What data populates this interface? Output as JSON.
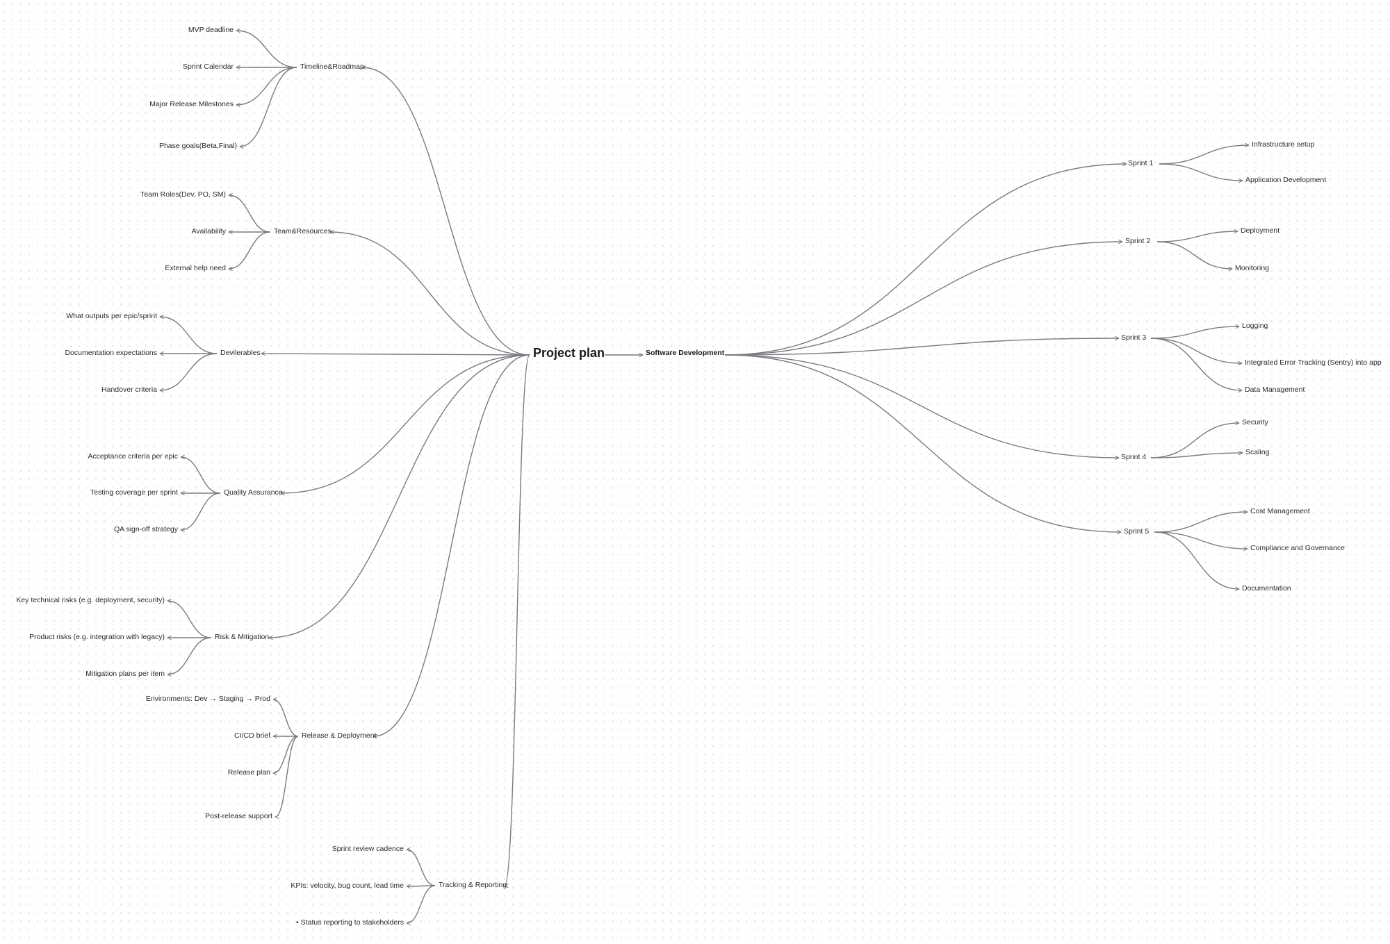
{
  "root": {
    "label": "Project plan"
  },
  "software_development": {
    "label": "Software Development",
    "sprints": [
      {
        "label": "Sprint 1",
        "items": [
          "Infrastructure setup",
          "Application Development"
        ]
      },
      {
        "label": "Sprint 2",
        "items": [
          "Deployment",
          "Monitoring"
        ]
      },
      {
        "label": "Sprint 3",
        "items": [
          "Logging",
          "Integrated Error Tracking (Sentry) into app",
          "Data Management"
        ]
      },
      {
        "label": "Sprint 4",
        "items": [
          "Security",
          "Scaling"
        ]
      },
      {
        "label": "Sprint 5",
        "items": [
          "Cost Management",
          "Compliance and Governance",
          "Documentation"
        ]
      }
    ]
  },
  "branches": [
    {
      "label": "Timeline&Roadmap",
      "items": [
        "MVP deadline",
        "Sprint Calendar",
        "Major Release Milestones",
        "Phase goals(Beta,Final)"
      ]
    },
    {
      "label": "Team&Resources",
      "items": [
        "Team Roles(Dev, PO, SM)",
        "Availability",
        "External help need"
      ]
    },
    {
      "label": "Devilerables",
      "items": [
        "What outputs per epic/sprint",
        "Documentation expectations",
        "Handover criteria"
      ]
    },
    {
      "label": "Quality Assurance",
      "items": [
        "Acceptance criteria per epic",
        "Testing coverage per sprint",
        "QA sign-off strategy"
      ]
    },
    {
      "label": "Risk & Mitigation",
      "items": [
        "Key technical risks (e.g. deployment, security)",
        "Product risks (e.g. integration with legacy)",
        "Mitigation plans per item"
      ]
    },
    {
      "label": "Release & Deployment",
      "items": [
        "Environments: Dev → Staging → Prod",
        "CI/CD brief",
        "Release plan",
        "Post-release support"
      ]
    },
    {
      "label": "Tracking & Reporting",
      "items": [
        "Sprint review cadence",
        "KPIs: velocity, bug count, lead time",
        "• Status reporting to stakeholders"
      ]
    }
  ],
  "colors": {
    "edge": "#7a7a80",
    "text": "#2a2a2e",
    "background": "#ffffff",
    "dot": "#e2e2e4"
  }
}
